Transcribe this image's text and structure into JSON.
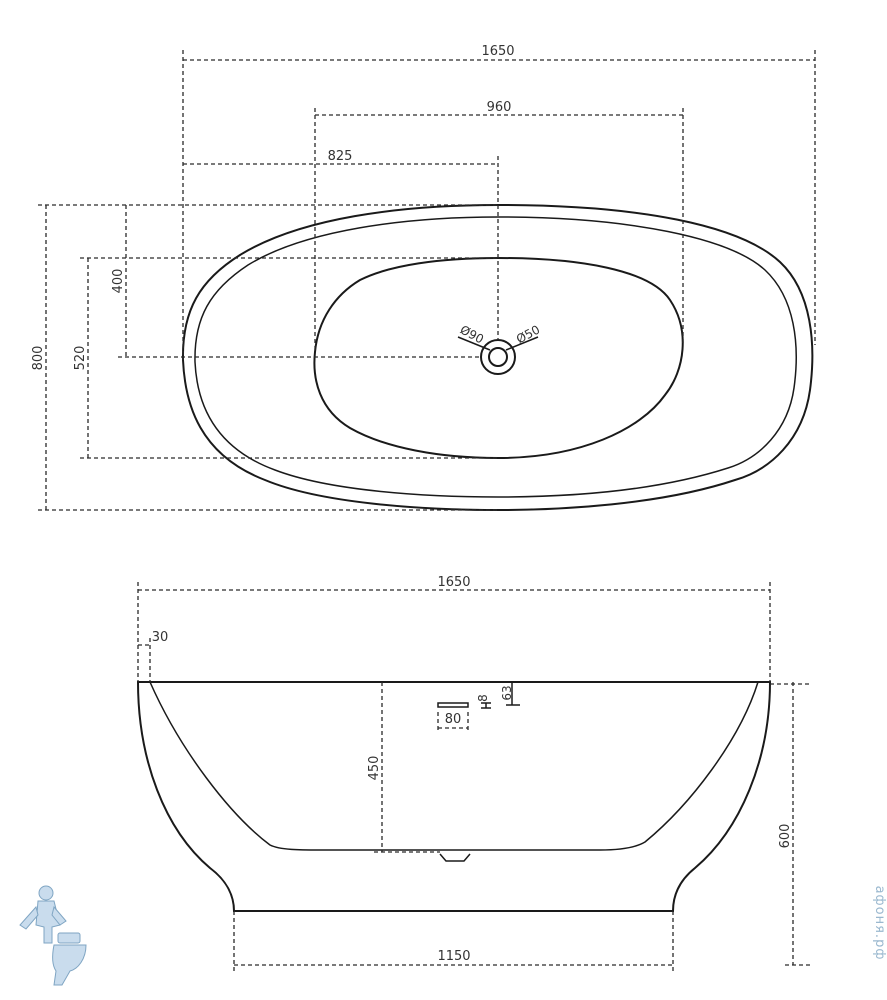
{
  "top_view": {
    "length": "1650",
    "bowl_length": "960",
    "drain_offset": "825",
    "width": "800",
    "bowl_width": "520",
    "drain_offset_y": "400",
    "drain_outer": "Ø90",
    "drain_inner": "Ø50"
  },
  "side_view": {
    "length": "1650",
    "rim": "30",
    "depth": "450",
    "height": "600",
    "base": "1150",
    "overflow_width": "80",
    "overflow_height": "8",
    "overflow_offset": "63"
  },
  "watermark": {
    "text": "афоня.рф"
  },
  "colors": {
    "line": "#1a1a1a",
    "watermark": "#9ab8cf"
  },
  "icons": {
    "logo": "plumber-mascot-icon"
  }
}
